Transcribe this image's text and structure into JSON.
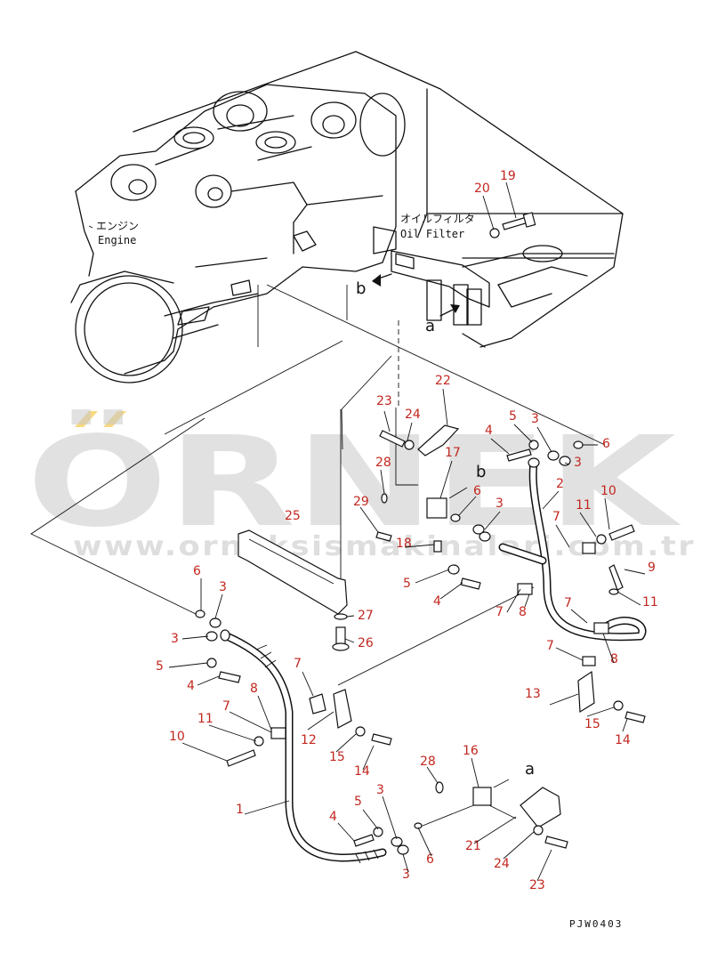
{
  "labels": {
    "engine_jp": "エンジン",
    "engine_en": "Engine",
    "oil_filter_jp": "オイルフィルタ",
    "oil_filter_en": "Oil Filter",
    "view_a": "a",
    "view_b": "b",
    "drawing_code": "PJW0403"
  },
  "watermark": {
    "brand": "ÖRNEK",
    "url": "www.orneksismakinalari.com.tr"
  },
  "callouts": {
    "c1": "1",
    "c2": "2",
    "c3a": "3",
    "c3b": "3",
    "c3c": "3",
    "c3d": "3",
    "c3e": "3",
    "c3f": "3",
    "c3g": "3",
    "c4a": "4",
    "c4b": "4",
    "c4c": "4",
    "c4d": "4",
    "c5a": "5",
    "c5b": "5",
    "c5c": "5",
    "c5d": "5",
    "c6a": "6",
    "c6b": "6",
    "c6c": "6",
    "c6d": "6",
    "c7a": "7",
    "c7b": "7",
    "c7c": "7",
    "c7d": "7",
    "c7e": "7",
    "c7f": "7",
    "c8a": "8",
    "c8b": "8",
    "c8c": "8",
    "c9": "9",
    "c10a": "10",
    "c10b": "10",
    "c11a": "11",
    "c11b": "11",
    "c11c": "11",
    "c12": "12",
    "c13": "13",
    "c14a": "14",
    "c14b": "14",
    "c15a": "15",
    "c15b": "15",
    "c16": "16",
    "c17": "17",
    "c18": "18",
    "c19": "19",
    "c20": "20",
    "c21": "21",
    "c22": "22",
    "c23a": "23",
    "c23b": "23",
    "c24a": "24",
    "c24b": "24",
    "c25": "25",
    "c26": "26",
    "c27": "27",
    "c28a": "28",
    "c28b": "28",
    "c29": "29"
  },
  "colors": {
    "callout": "#c2271f",
    "line": "#111111",
    "watermark": "#c9c9c9",
    "accent": "#f2c94c"
  }
}
